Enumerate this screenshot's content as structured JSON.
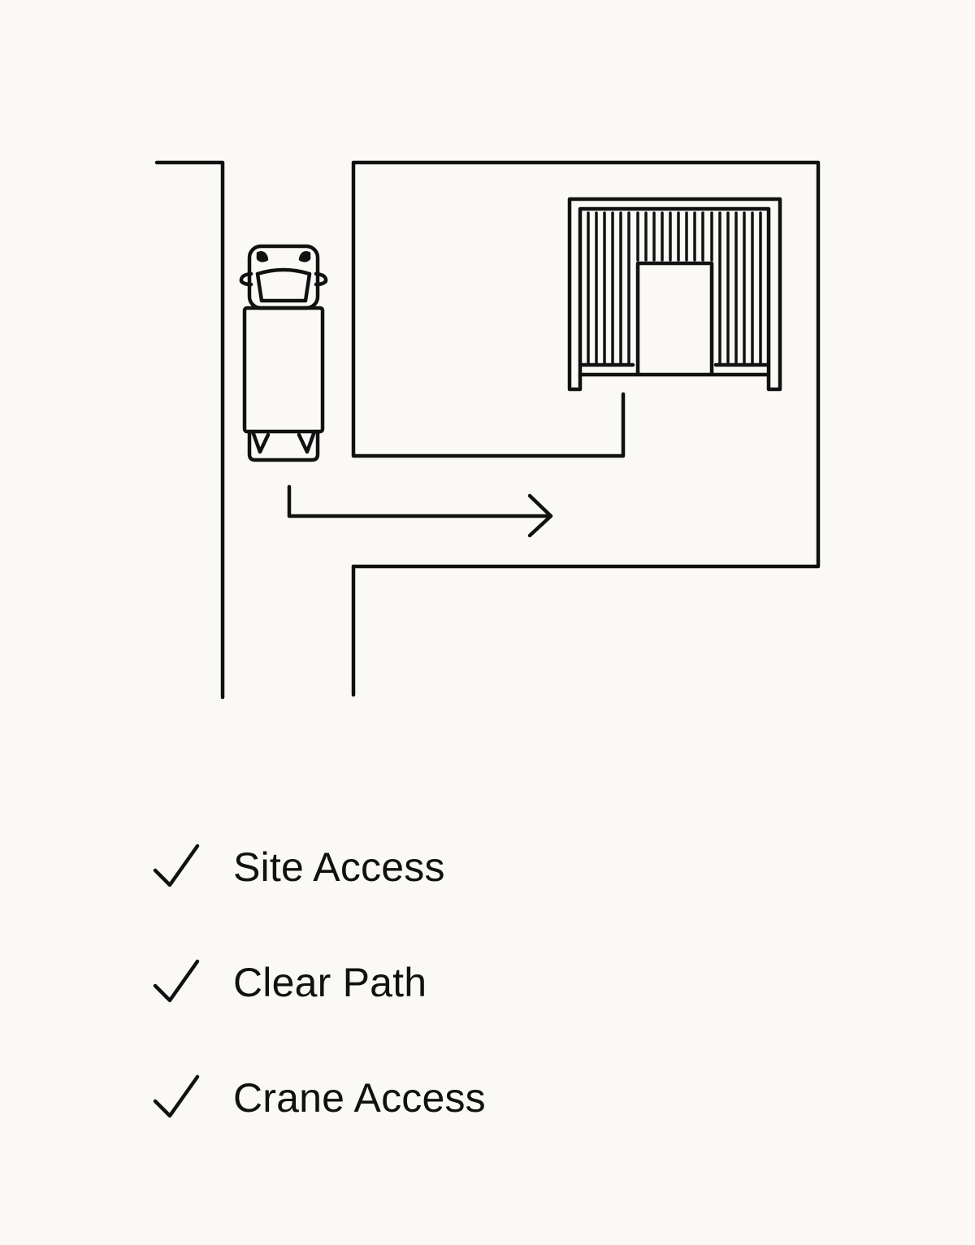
{
  "diagram": {
    "elements": [
      "road",
      "site-boundary",
      "delivery-truck",
      "delivery-path-arrow",
      "container-unit",
      "access-path"
    ]
  },
  "checklist": {
    "items": [
      {
        "label": "Site Access",
        "icon": "checkmark-icon"
      },
      {
        "label": "Clear Path",
        "icon": "checkmark-icon"
      },
      {
        "label": "Crane Access",
        "icon": "checkmark-icon"
      }
    ]
  },
  "colors": {
    "background": "#faf9f5",
    "line": "#111111"
  }
}
